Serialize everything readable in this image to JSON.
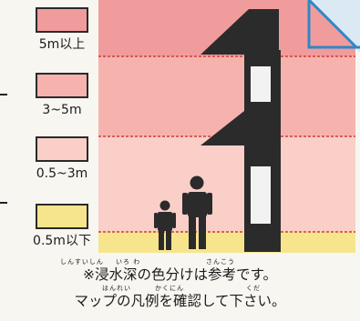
{
  "legend": {
    "items": [
      {
        "label": "5m以上",
        "color": "#f19c9c"
      },
      {
        "label": "3~5m",
        "color": "#f6b3ad"
      },
      {
        "label": "0.5~3m",
        "color": "#f9cfc7"
      },
      {
        "label": "0.5m以下",
        "color": "#f6e58c"
      }
    ]
  },
  "scene": {
    "bands": [
      "#f19c9c",
      "#f6b3ad",
      "#f9cfc7",
      "#f6e58c"
    ],
    "house_color": "#2b2b2b",
    "window_color": "#f2f2f2",
    "person_color": "#2b2b2b",
    "corner_accent": "#2f87c6",
    "dashed_line_color": "#d23a3a"
  },
  "notes": {
    "line1": "※浸水深の色分けは参考です。",
    "line1_ruby": [
      {
        "text": "しんすいしん"
      },
      {
        "text": "いろ わ"
      },
      {
        "text": "さんこう"
      }
    ],
    "line2": "マップの凡例を確認して下さい。",
    "line2_ruby": [
      {
        "text": "はんれい"
      },
      {
        "text": "かくにん"
      },
      {
        "text": "くだ"
      }
    ]
  }
}
